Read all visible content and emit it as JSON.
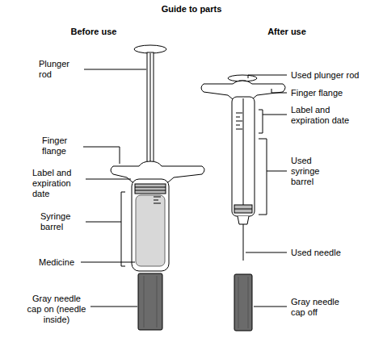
{
  "diagram": {
    "title": "Guide to parts",
    "labels": [
      "Before use",
      "After use",
      "Plunger rod",
      "Finger flange",
      "Label and expiration date",
      "Syringe barrel",
      "Medicine",
      "Gray needle cap on (needle inside)",
      "Used plunger rod",
      "Finger flange",
      "Label and expiration date",
      "Used syringe barrel",
      "Used needle",
      "Gray needle cap off"
    ]
  }
}
